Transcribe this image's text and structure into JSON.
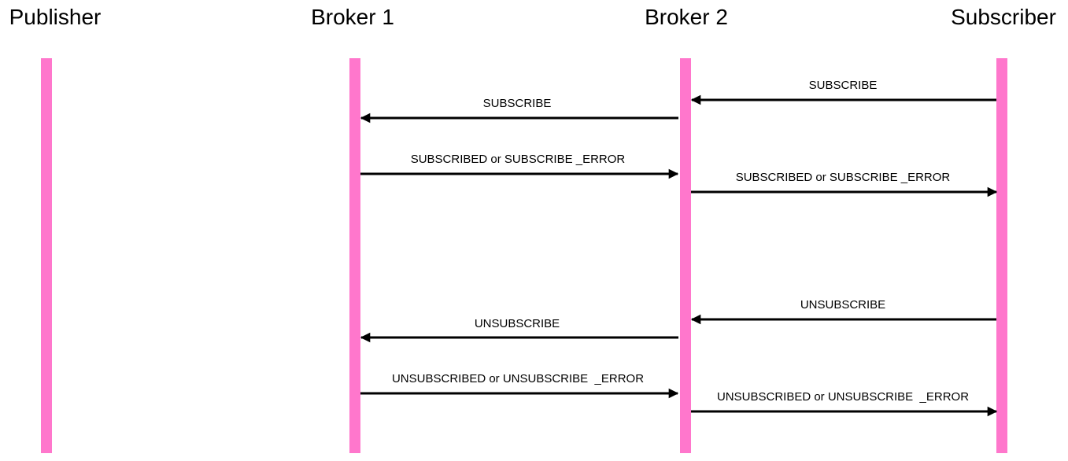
{
  "actors": [
    {
      "id": "publisher",
      "label": "Publisher"
    },
    {
      "id": "broker1",
      "label": "Broker 1"
    },
    {
      "id": "broker2",
      "label": "Broker 2"
    },
    {
      "id": "subscriber",
      "label": "Subscriber"
    }
  ],
  "lifeline_color": "#ff77cc",
  "messages": [
    {
      "id": "subscribe-1",
      "from": "subscriber",
      "to": "broker2",
      "label": "SUBSCRIBE"
    },
    {
      "id": "subscribe-2",
      "from": "broker2",
      "to": "broker1",
      "label": "SUBSCRIBE"
    },
    {
      "id": "subscribed-1",
      "from": "broker1",
      "to": "broker2",
      "label": "SUBSCRIBED or SUBSCRIBE _ERROR"
    },
    {
      "id": "subscribed-2",
      "from": "broker2",
      "to": "subscriber",
      "label": "SUBSCRIBED or SUBSCRIBE _ERROR"
    },
    {
      "id": "unsubscribe-1",
      "from": "subscriber",
      "to": "broker2",
      "label": "UNSUBSCRIBE"
    },
    {
      "id": "unsubscribe-2",
      "from": "broker2",
      "to": "broker1",
      "label": "UNSUBSCRIBE"
    },
    {
      "id": "unsubscribed-1",
      "from": "broker1",
      "to": "broker2",
      "label": "UNSUBSCRIBED or UNSUBSCRIBE  _ERROR"
    },
    {
      "id": "unsubscribed-2",
      "from": "broker2",
      "to": "subscriber",
      "label": "UNSUBSCRIBED or UNSUBSCRIBE  _ERROR"
    }
  ]
}
